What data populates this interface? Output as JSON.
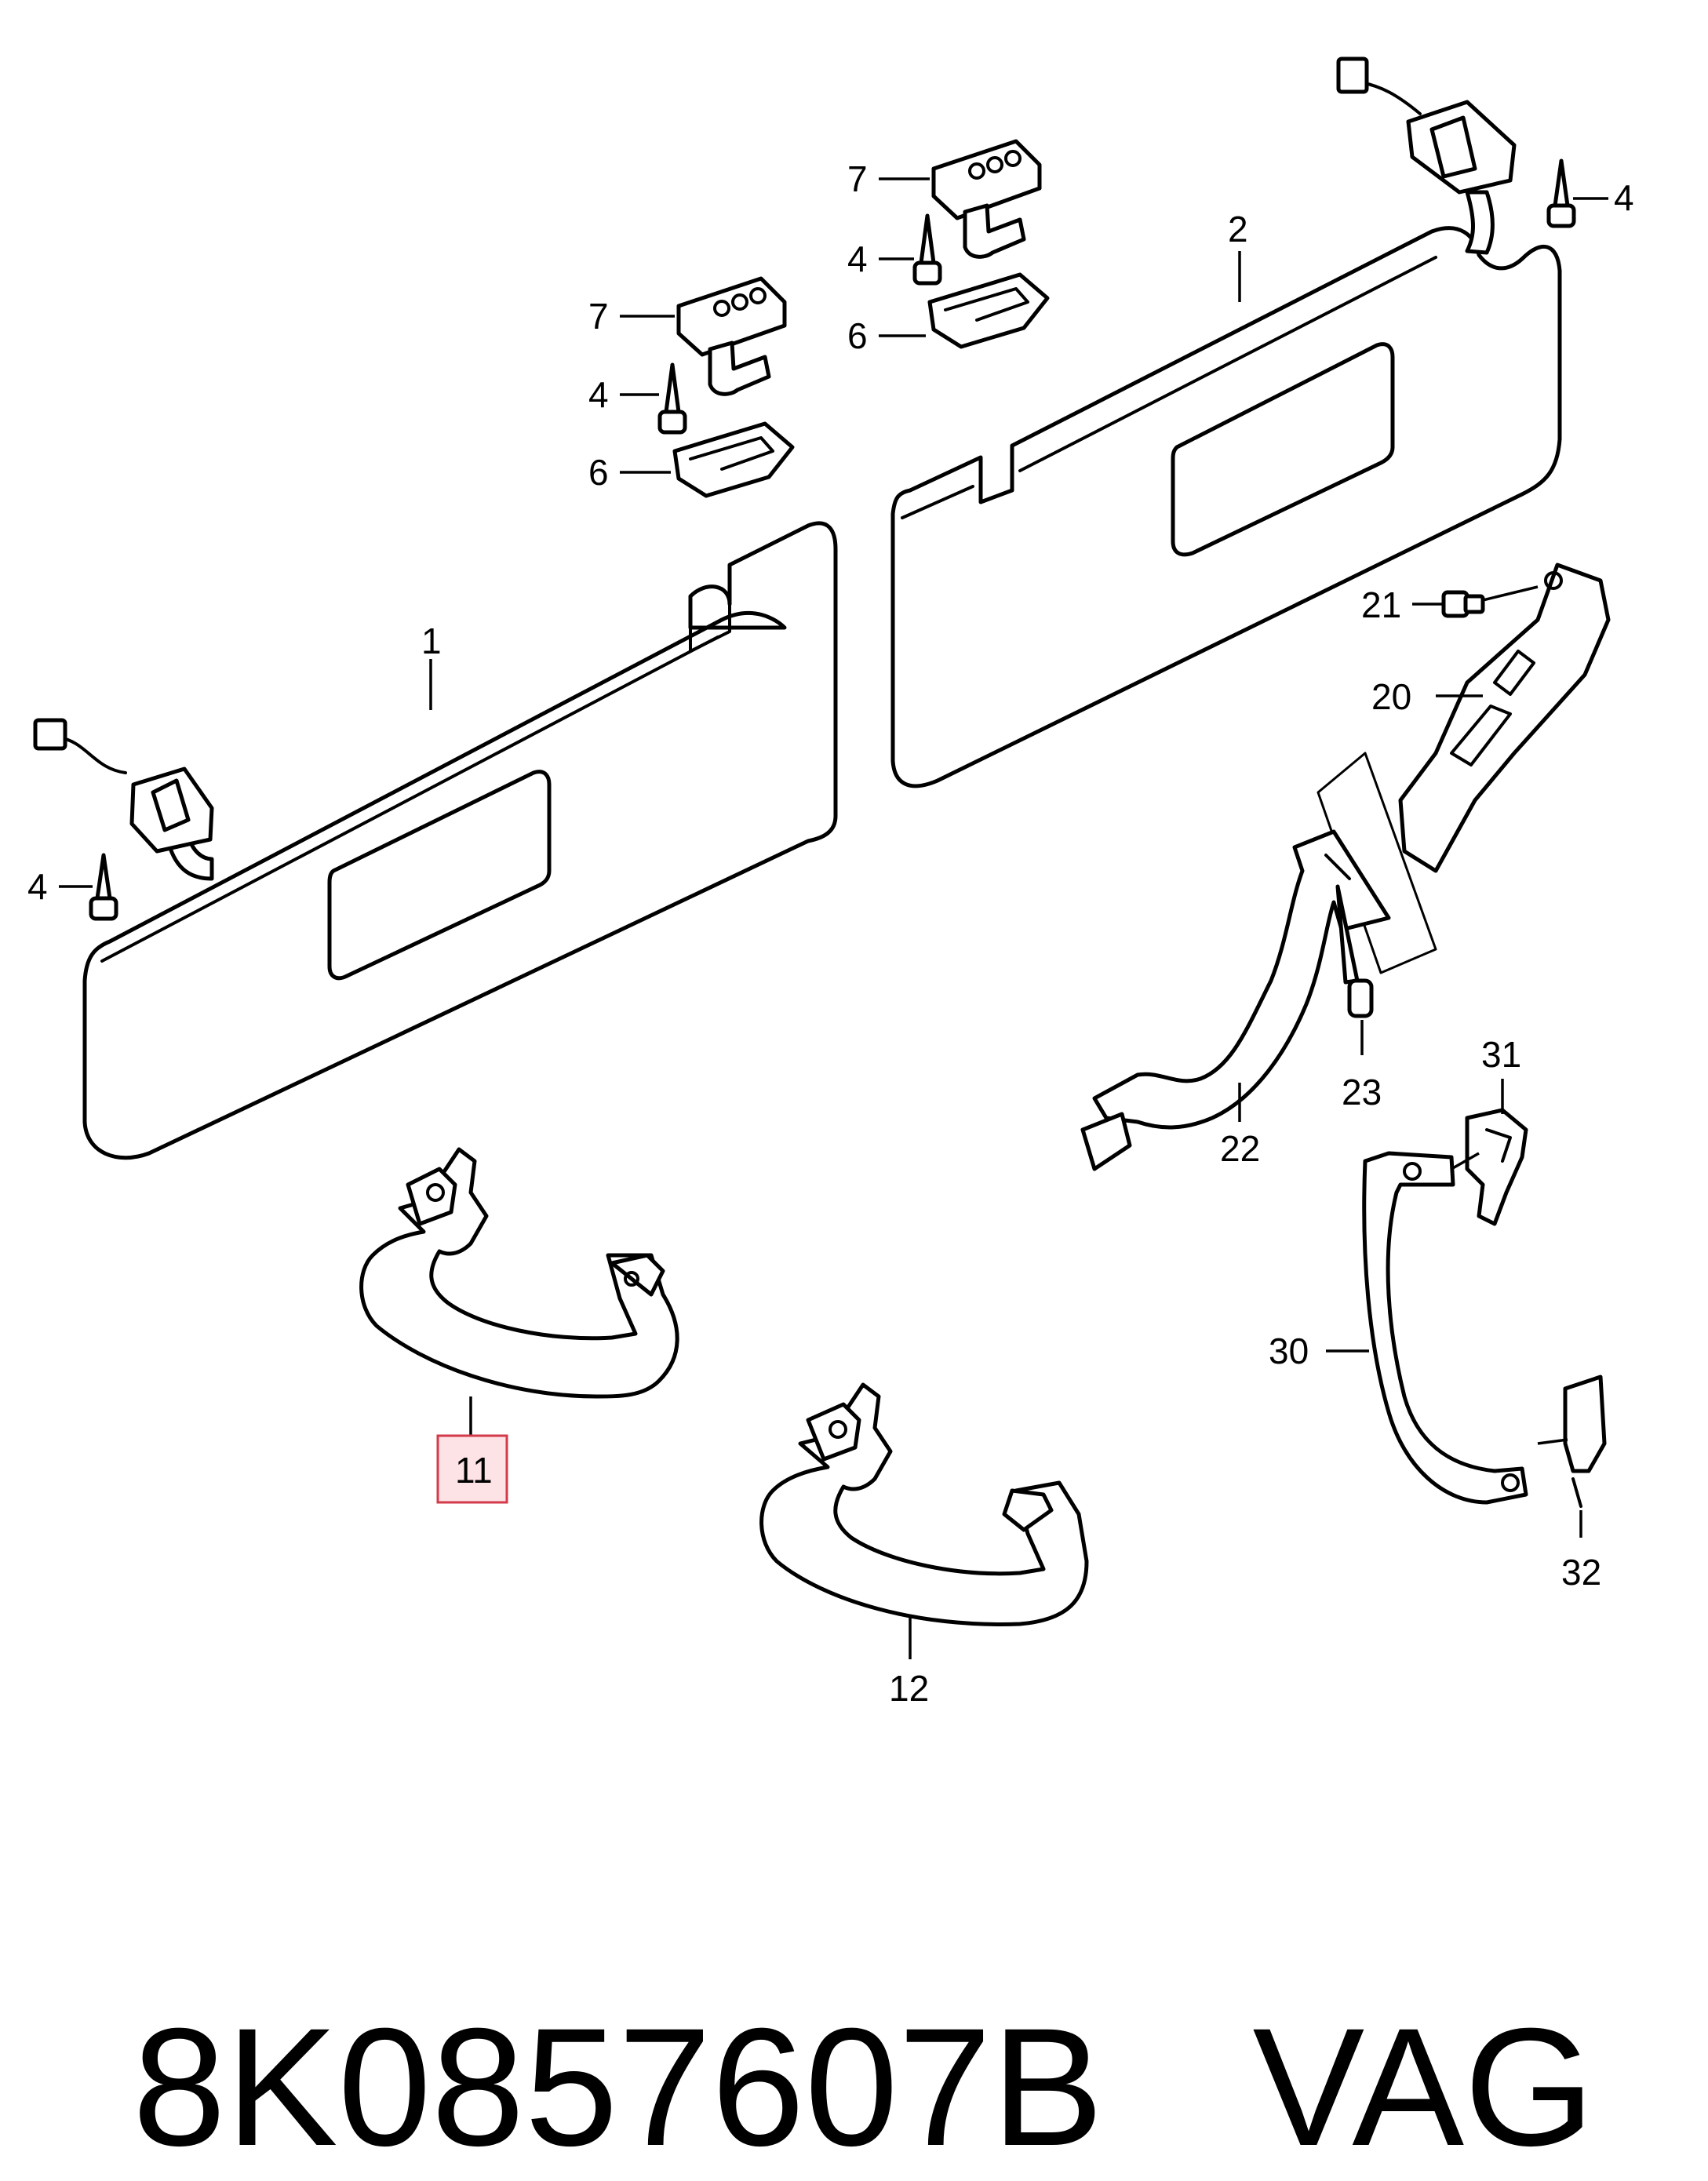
{
  "callouts": {
    "c1": "1",
    "c2": "2",
    "c4a": "4",
    "c4b": "4",
    "c4c": "4",
    "c4d": "4",
    "c6a": "6",
    "c6b": "6",
    "c7a": "7",
    "c7b": "7",
    "c11": "11",
    "c12": "12",
    "c20": "20",
    "c21": "21",
    "c22": "22",
    "c23": "23",
    "c30": "30",
    "c31": "31",
    "c32": "32"
  },
  "highlighted_callout": "11",
  "highlight_color": "#fde2e6",
  "highlight_border_color": "#d33a4a",
  "footer": {
    "part_number": "8K0857607B",
    "brand": "VAG"
  }
}
